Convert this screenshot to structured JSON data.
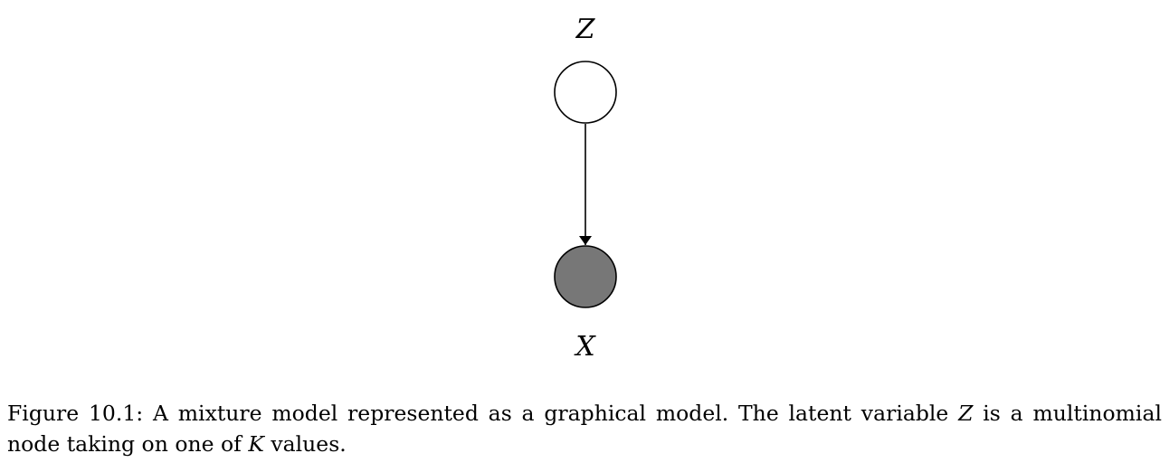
{
  "nodes": {
    "latent": {
      "label": "Z",
      "observed": false,
      "fill": "#ffffff"
    },
    "observed": {
      "label": "X",
      "observed": true,
      "fill": "#777777"
    }
  },
  "edges": [
    {
      "from": "Z",
      "to": "X"
    }
  ],
  "caption": {
    "prefix": "Figure 10.1:",
    "text_1": "A mixture model represented as a graphical model. The latent variable",
    "var_1": "Z",
    "text_2": "is a multinomial node taking on one of",
    "var_2": "K",
    "text_3": "values."
  }
}
